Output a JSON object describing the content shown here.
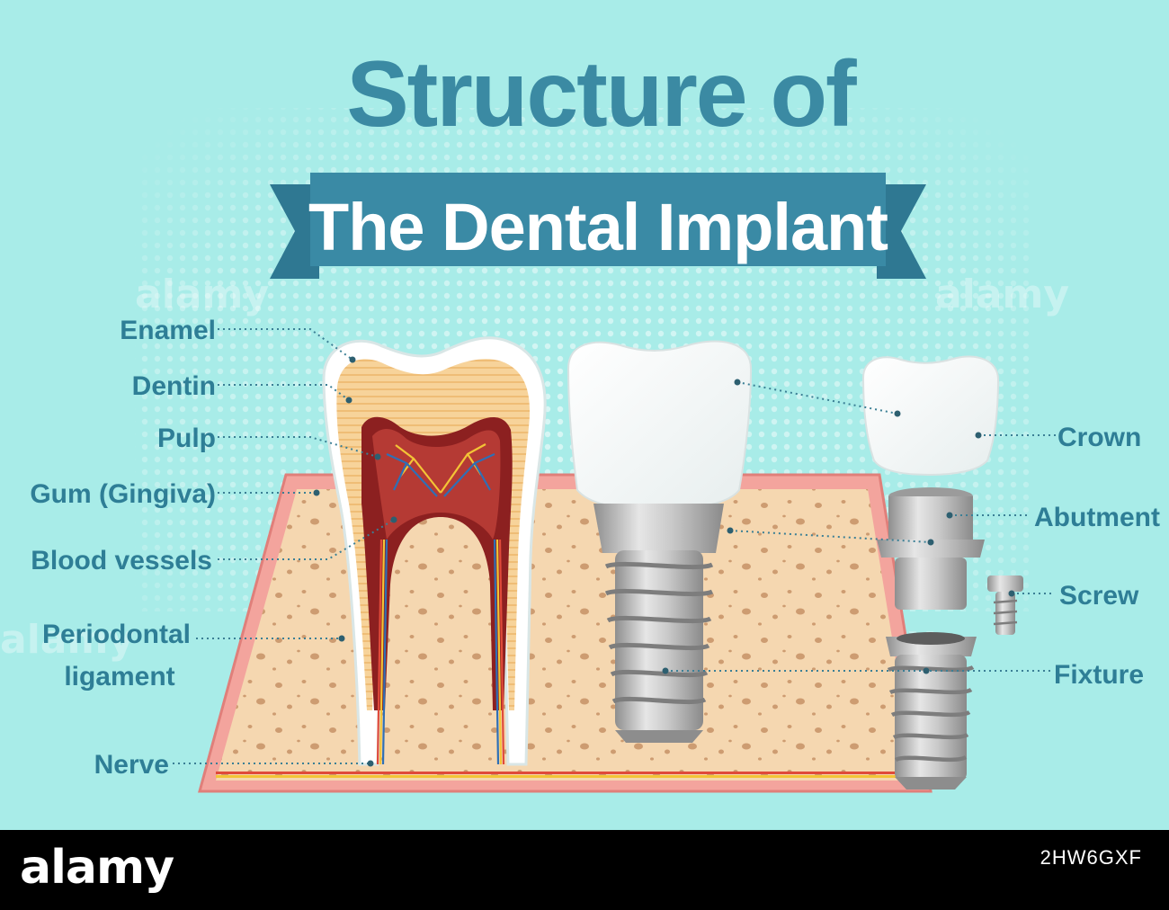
{
  "title": {
    "line1": "Structure of",
    "line2": "The Dental Implant"
  },
  "labels": {
    "enamel": "Enamel",
    "dentin": "Dentin",
    "pulp": "Pulp",
    "gum": "Gum (Gingiva)",
    "blood_vessels": "Blood vessels",
    "periodontal_1": "Periodontal",
    "periodontal_2": "ligament",
    "nerve": "Nerve",
    "crown": "Crown",
    "abutment": "Abutment",
    "screw": "Screw",
    "fixture": "Fixture"
  },
  "watermark": "alamy",
  "footer": {
    "logo": "alamy",
    "image_id": "2HW6GXF"
  },
  "colors": {
    "background": "#a8ece8",
    "title": "#3b8aa3",
    "label": "#2e7e96",
    "ribbon": "#3a8aa5",
    "bone": "#f5d7b0",
    "gum": "#f4a7a0",
    "enamel": "#ffffff",
    "dentin": "#f6cf93",
    "pulp": "#8c2020",
    "metal": "#b8b8b8"
  }
}
